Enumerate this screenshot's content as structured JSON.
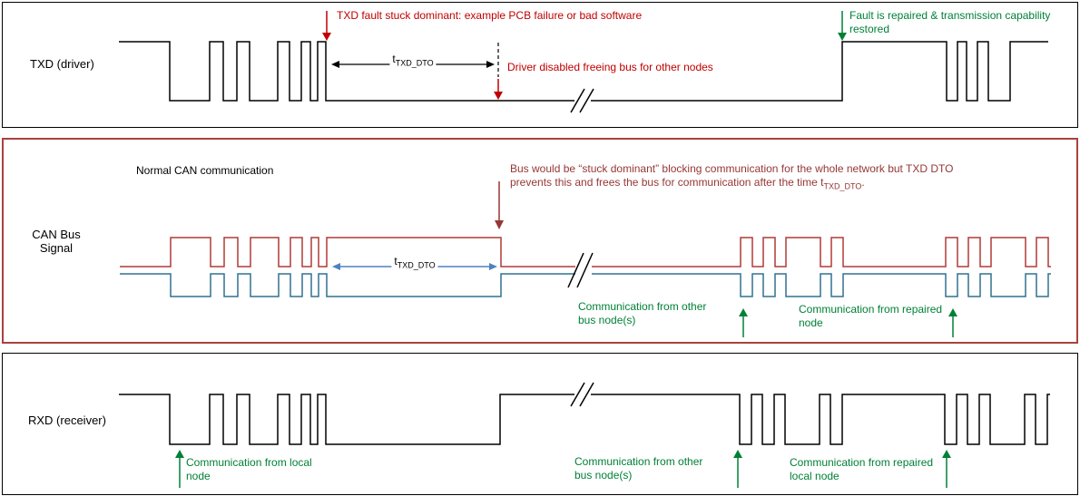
{
  "colors": {
    "annotation_red": "#c00000",
    "annotation_dark_red": "#953735",
    "annotation_green": "#008037",
    "timing_arrow_blue": "#4f81bd",
    "canh_line_red": "#b03a37",
    "canl_line_blue": "#31708f",
    "waveform_black": "#000000",
    "can_panel_border": "#a8423f",
    "outer_panel_border": "#000000",
    "background": "#ffffff"
  },
  "txd_panel": {
    "label": "TXD (driver)",
    "fault_text": "TXD fault stuck dominant: example PCB failure or bad software",
    "timing_label_base": "t",
    "timing_label_sub": "TXD_DTO",
    "disabled_text": "Driver disabled freeing bus for other nodes",
    "repaired_text": "Fault is repaired & transmission capability restored"
  },
  "can_panel": {
    "label": "CAN Bus Signal",
    "normal_text": "Normal CAN communication",
    "stuck_text_pre": "Bus would be “stuck dominant” blocking communication for the whole network but TXD DTO prevents this and frees the bus for communication after the time ",
    "timing_label_base": "t",
    "timing_label_sub": "TXD_DTO",
    "stuck_text_post": ".",
    "other_nodes_text": "Communication from other bus node(s)",
    "repaired_node_text": "Communication from repaired node"
  },
  "rxd_panel": {
    "label": "RXD (receiver)",
    "local_node_text": "Communication from local node",
    "other_nodes_text": "Communication from other bus node(s)",
    "repaired_node_text": "Communication from repaired local node"
  }
}
